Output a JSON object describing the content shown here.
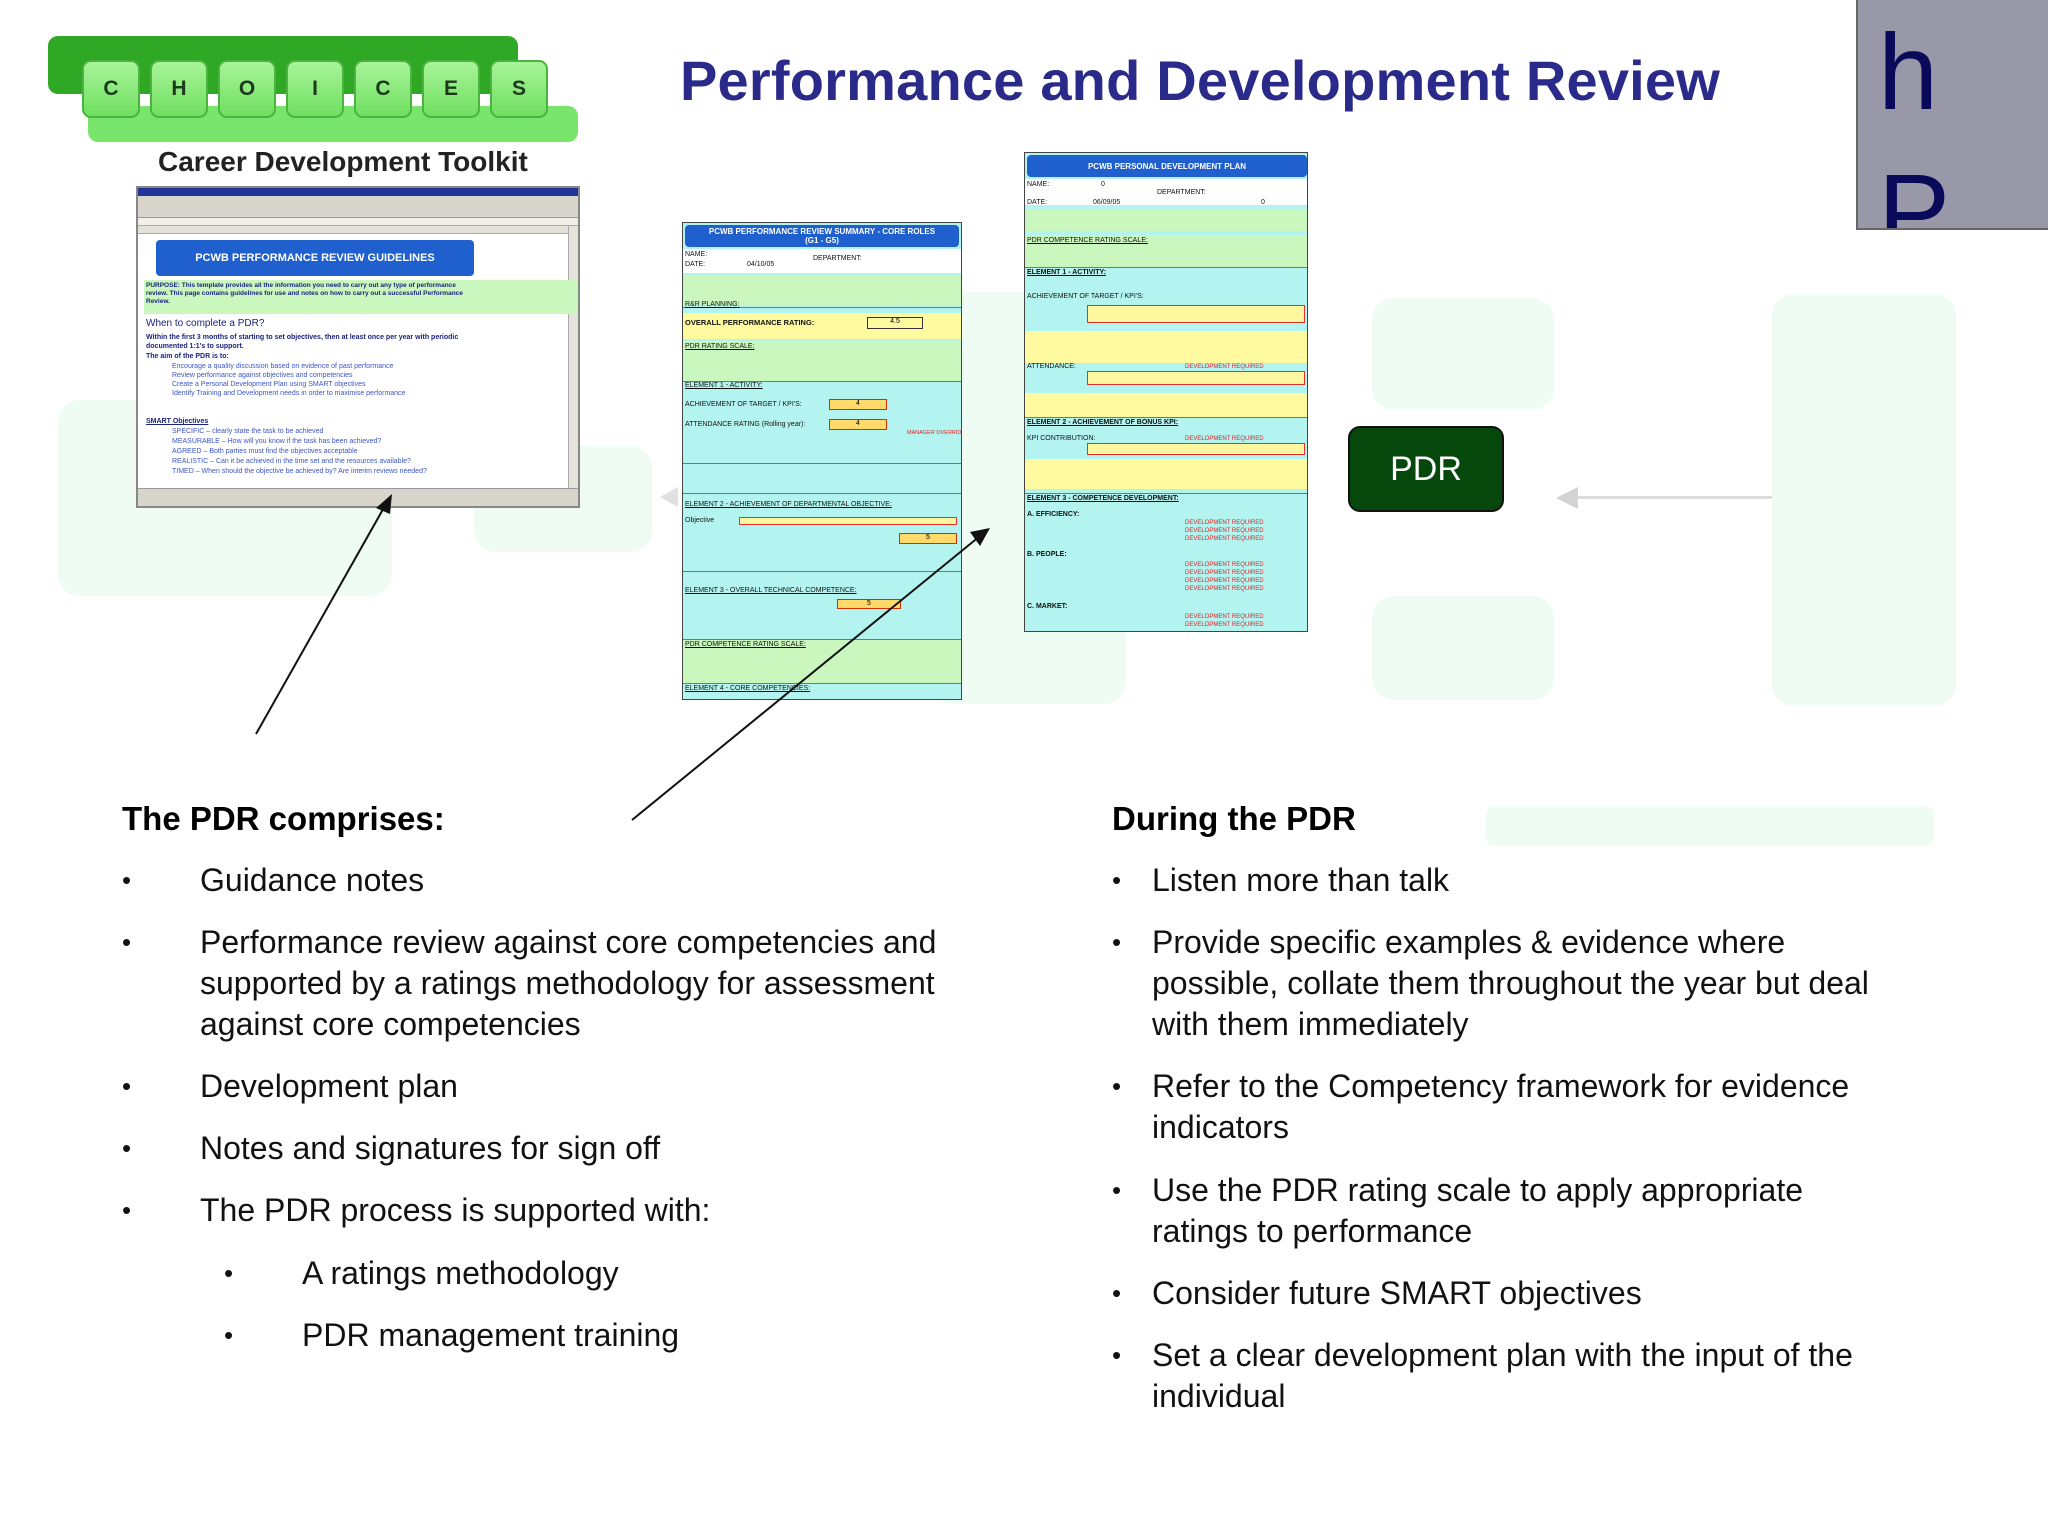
{
  "logo": {
    "letters": [
      "C",
      "H",
      "O",
      "I",
      "C",
      "E",
      "S"
    ],
    "tagline": "Career Development Toolkit"
  },
  "title": "Performance and Development Review",
  "corner": {
    "glyph_top": "h",
    "glyph_bottom": "P"
  },
  "pdr_badge": "PDR",
  "sheets": {
    "guidelines": {
      "header": "PCWB PERFORMANCE REVIEW GUIDELINES",
      "purpose": "PURPOSE: This template provides all the information you need to carry out any type of performance review. This page contains guidelines for use and notes on how to carry out a successful Performance Review.",
      "when_heading": "When to complete a PDR?",
      "when_text": "Within the first 3 months of starting to set objectives, then at least once per year with periodic documented 1:1's to support.",
      "aim_heading": "The aim of the PDR is to:",
      "aims": [
        "Encourage a quality discussion based on evidence of past performance",
        "Review performance against objectives and competencies",
        "Create a Personal Development Plan using SMART objectives",
        "Identify Training and Development needs in order to maximise performance"
      ],
      "smart_heading": "SMART Objectives",
      "smart": [
        "SPECIFIC – clearly state the task to be achieved",
        "MEASURABLE – How will you know if the task has been achieved?",
        "AGREED – Both parties must find the objectives acceptable",
        "REALISTIC – Can it be achieved in the time set and the resources available?",
        "TIMED – When should the objective be achieved by? Are interim reviews needed?"
      ]
    },
    "summary": {
      "header": "PCWB PERFORMANCE REVIEW SUMMARY - CORE ROLES (G1 - G5)",
      "name_label": "NAME:",
      "department_label": "DEPARTMENT:",
      "date_label": "DATE:",
      "date_value": "04/10/05",
      "rr_planning": "R&R PLANNING:",
      "overall_label": "OVERALL PERFORMANCE RATING:",
      "overall_value": "4.5",
      "rating_scale": "PDR RATING SCALE:",
      "element1": "ELEMENT 1 - ACTIVITY:",
      "achievement": "ACHIEVEMENT OF TARGET / KPI'S:",
      "achievement_value": "4",
      "attendance": "ATTENDANCE RATING (Rolling year):",
      "attendance_value": "4",
      "manager_override": "MANAGER OVERRIDE",
      "element2": "ELEMENT 2 - ACHIEVEMENT OF DEPARTMENTAL OBJECTIVE:",
      "objective": "Objective",
      "objective_value": "5",
      "element3": "ELEMENT 3 - OVERALL TECHNICAL COMPETENCE:",
      "element3_value": "5",
      "competence_scale": "PDR COMPETENCE RATING SCALE:",
      "element4": "ELEMENT 4 - CORE COMPETENCIES:"
    },
    "plan": {
      "header": "PCWB PERSONAL DEVELOPMENT PLAN",
      "name_label": "NAME:",
      "name_value": "0",
      "department_label": "DEPARTMENT:",
      "department_value": "0",
      "date_label": "DATE:",
      "date_value": "06/09/05",
      "competence_scale": "PDR COMPETENCE RATING SCALE:",
      "element1": "ELEMENT 1 - ACTIVITY:",
      "achievement": "ACHIEVEMENT OF TARGET / KPI'S:",
      "attendance": "ATTENDANCE:",
      "dev_required": "DEVELOPMENT REQUIRED",
      "element2": "ELEMENT 2 - ACHIEVEMENT OF BONUS KPI:",
      "kpi_contribution": "KPI CONTRIBUTION:",
      "element3": "ELEMENT 3 - COMPETENCE DEVELOPMENT:",
      "a_efficiency": "A. EFFICIENCY:",
      "b_people": "B. PEOPLE:",
      "c_market": "C. MARKET:"
    }
  },
  "left_column": {
    "heading": "The PDR comprises:",
    "items": [
      "Guidance notes",
      "Performance review against core competencies and supported by a ratings methodology for assessment against core competencies",
      "Development plan",
      "Notes and signatures for sign off",
      "The PDR process is supported with:"
    ],
    "sub_items": [
      "A ratings methodology",
      "PDR management training"
    ]
  },
  "right_column": {
    "heading": "During the PDR",
    "items": [
      "Listen more than talk",
      "Provide specific examples & evidence where possible, collate them throughout the year but deal with them immediately",
      "Refer to the Competency framework for evidence indicators",
      "Use the PDR rating scale to apply appropriate ratings to performance",
      "Consider future SMART objectives",
      "Set a clear development plan with the input of the individual"
    ]
  },
  "bullet_glyph": "•"
}
